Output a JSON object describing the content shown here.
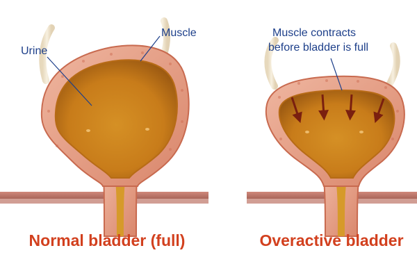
{
  "panels": [
    {
      "caption": "Normal bladder (full)",
      "labels": [
        "Urine",
        "Muscle"
      ]
    },
    {
      "caption": "Overactive bladder",
      "labels": [
        "Muscle contracts",
        "before bladder is full"
      ]
    }
  ],
  "colors": {
    "label_text": "#1d3f8a",
    "caption_text": "#d2401e",
    "urine": "#d18a1f",
    "wall_outer": "#e7a58f",
    "wall_inner": "#c86a4f",
    "tube": "#f0e6d2",
    "artery": "#b45a4a",
    "arrow": "#7a1f0f"
  }
}
